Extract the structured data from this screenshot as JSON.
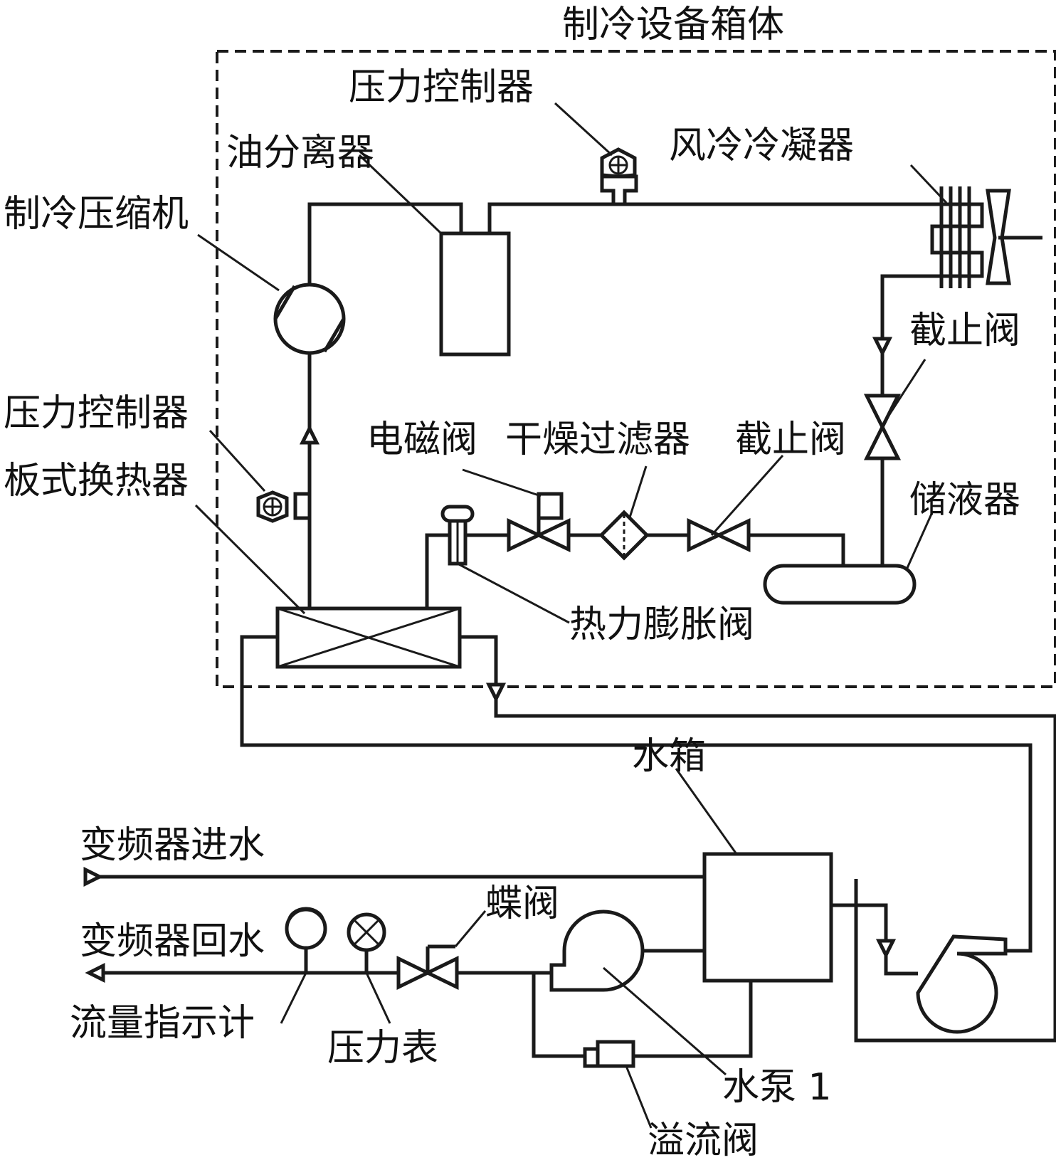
{
  "title": "制冷设备箱体",
  "labels": {
    "pressure_controller_top": "压力控制器",
    "oil_separator": "油分离器",
    "air_condenser": "风冷冷凝器",
    "compressor": "制冷压缩机",
    "stop_valve_right": "截止阀",
    "pressure_controller_left": "压力控制器",
    "plate_heat_exchanger": "板式换热器",
    "solenoid_valve": "电磁阀",
    "dryer_filter": "干燥过滤器",
    "stop_valve_mid": "截止阀",
    "receiver": "储液器",
    "expansion_valve": "热力膨胀阀",
    "water_tank": "水箱",
    "inverter_inlet": "变频器进水",
    "inverter_return": "变频器回水",
    "butterfly_valve": "蝶阀",
    "flow_indicator": "流量指示计",
    "pressure_gauge": "压力表",
    "water_pump_1": "水泵 1",
    "overflow_valve": "溢流阀"
  },
  "colors": {
    "line": "#1a1a1a",
    "background": "#ffffff"
  }
}
